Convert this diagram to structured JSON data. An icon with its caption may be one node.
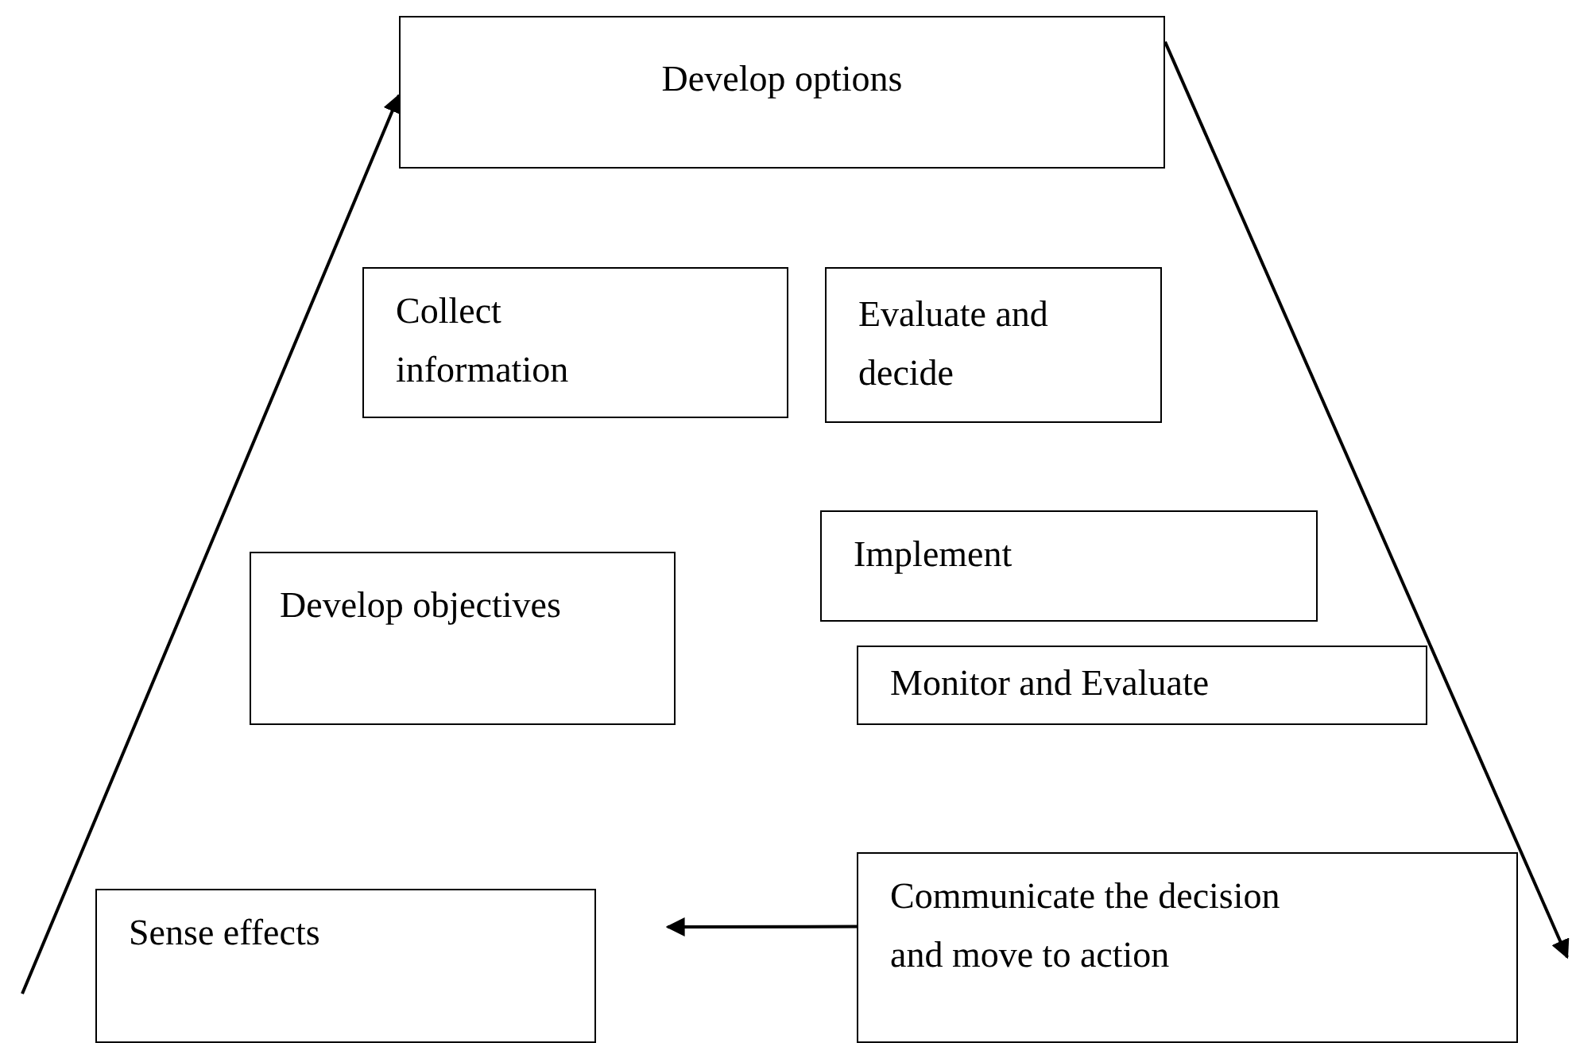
{
  "diagram": {
    "nodes": [
      {
        "text": [
          "Develop options"
        ]
      },
      {
        "text": [
          "Collect information"
        ]
      },
      {
        "text": [
          "Evaluate and decide"
        ]
      },
      {
        "text": [
          "Implement"
        ]
      },
      {
        "text": [
          "Develop objectives"
        ]
      },
      {
        "text": [
          "Monitor and Evaluate"
        ]
      },
      {
        "text": [
          "Sense effects"
        ]
      },
      {
        "text": [
          "Communicate the decision and move to action"
        ]
      }
    ],
    "edges": [
      {
        "from": null,
        "to": 0,
        "arrow": "to"
      },
      {
        "from": 0,
        "to": null,
        "arrow": "to"
      },
      {
        "from": 7,
        "to": null,
        "arrow": "to"
      }
    ]
  }
}
